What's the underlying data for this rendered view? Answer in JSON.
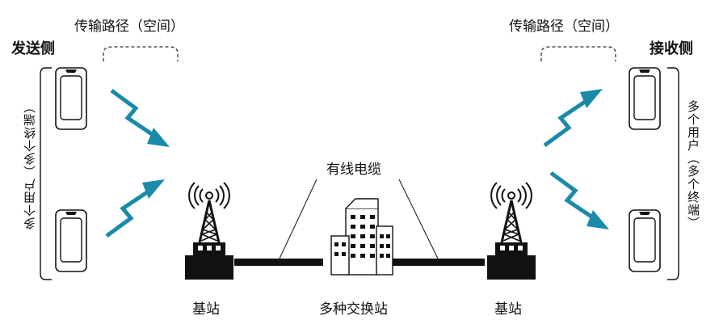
{
  "sender": {
    "title": "发送侧",
    "path_label": "传输路径（空间）",
    "users_label": "多个用户（多个终端）"
  },
  "receiver": {
    "title": "接收侧",
    "path_label": "传输路径（空间）",
    "users_label": "多个用户（多个终端）"
  },
  "network": {
    "base_station_left": "基站",
    "exchange": "多种交换站",
    "base_station_right": "基站",
    "cable_label": "有线电缆"
  },
  "colors": {
    "signal": "#1a8aa8",
    "line": "#111111"
  }
}
